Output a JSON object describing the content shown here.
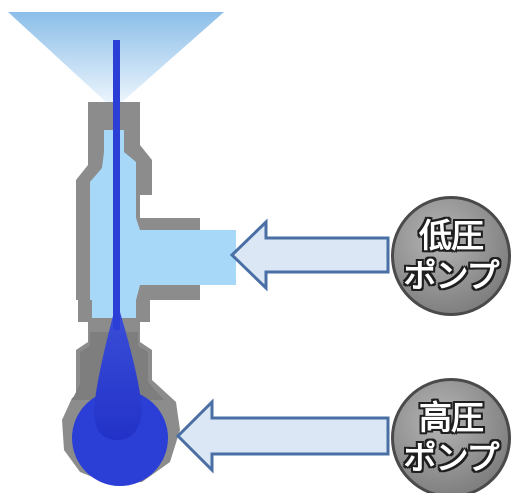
{
  "low_pressure_pump": {
    "line1": "低圧",
    "line2": "ポンプ"
  },
  "high_pressure_pump": {
    "line1": "高圧",
    "line2": "ポンプ"
  },
  "colors": {
    "body_gray": "#8c8c8c",
    "light_blue": "#a8d8f8",
    "dark_blue": "#2b3fd6",
    "arrow_fill": "#dbe7f4",
    "arrow_stroke": "#4a6fa5",
    "spray_blue": "#8fc3ec"
  }
}
